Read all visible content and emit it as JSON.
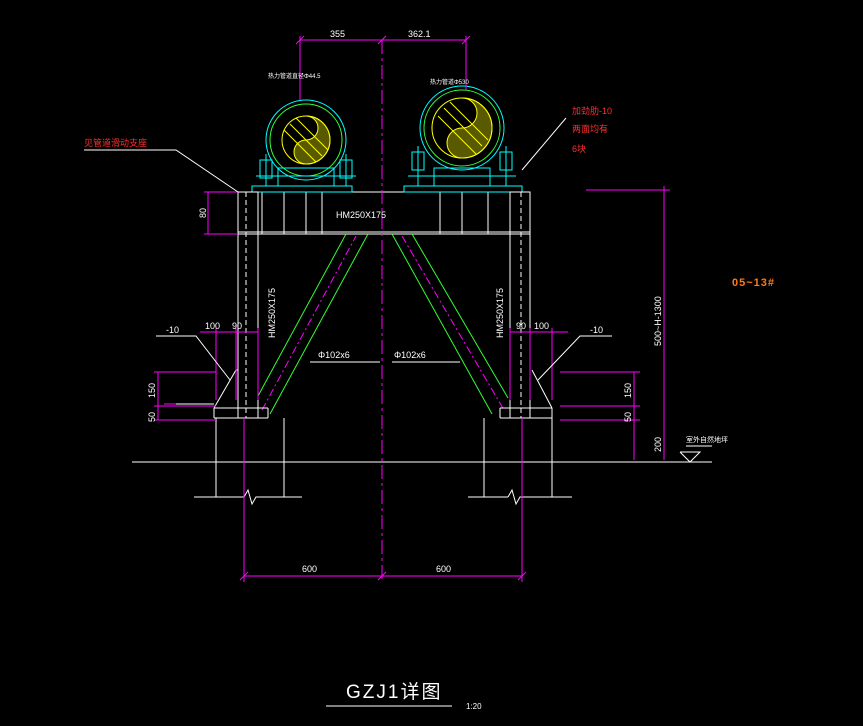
{
  "title": "GZJ1详图",
  "scale": "1:20",
  "dims": {
    "top_left": "355",
    "top_right": "362.1",
    "bottom_left": "600",
    "bottom_right": "600",
    "left_100": "100",
    "left_90": "90",
    "right_90": "90",
    "right_100": "100",
    "left_150": "150",
    "left_50": "50",
    "right_150": "150",
    "right_50": "50",
    "right_200": "200",
    "beam_depth": "80",
    "height_range": "500~H-1300"
  },
  "labels": {
    "beam": "HM250X175",
    "col_left": "HM250X175",
    "col_right": "HM250X175",
    "brace_left": "Φ102x6",
    "brace_right": "Φ102x6",
    "plate_left": "-10",
    "plate_right": "-10",
    "pipe_left": "热力管道直径Φ44.5",
    "pipe_right": "热力管道Φ530",
    "left_note": "见管道滑动支座",
    "right_note_1": "加劲肋-10",
    "right_note_2": "两面均有",
    "right_note_3": "6块",
    "ground": "室外自然地坪",
    "count": "05~13#"
  },
  "colors": {
    "dim": "#ff00ff",
    "steel": "#ffffff",
    "brace": "#33ff33",
    "pipe": "#00ffff",
    "insulation": "#ffff00",
    "note": "#ff3030",
    "count": "#ff7a1a"
  }
}
